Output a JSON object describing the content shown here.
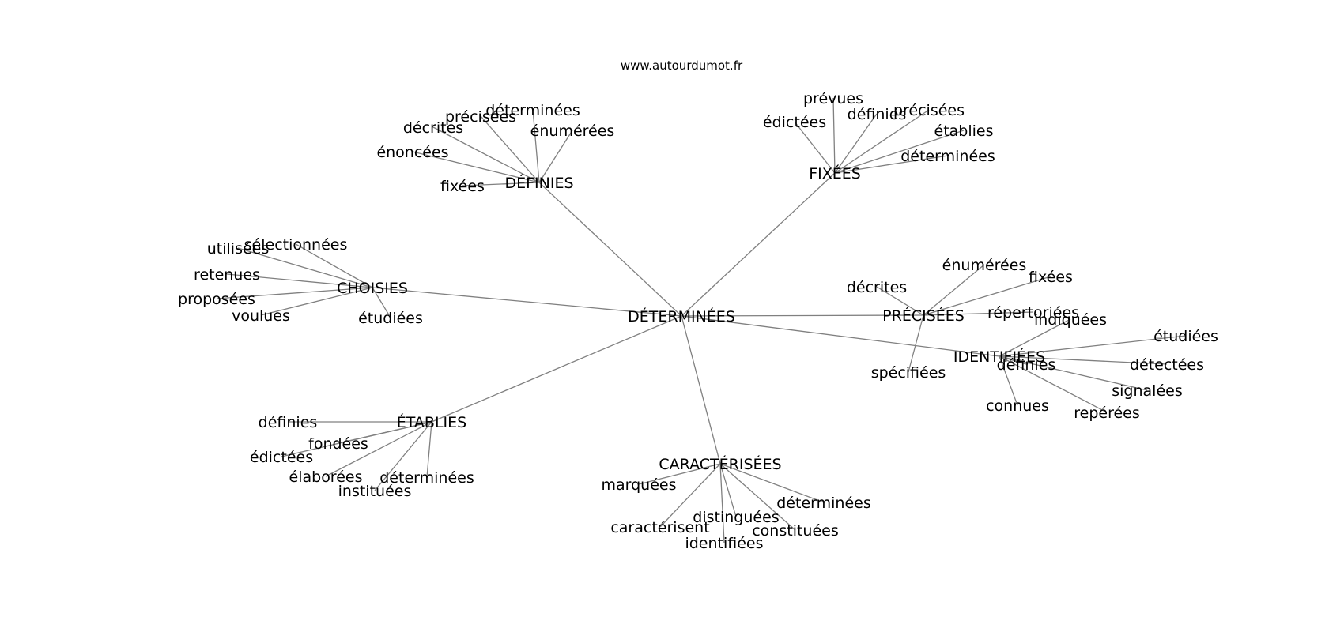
{
  "title": "www.autourdumot.fr",
  "center": "DÉTERMINÉES",
  "clusters": [
    {
      "id": "definies",
      "label": "DÉFINIES",
      "leaves": [
        "déterminées",
        "précisées",
        "décrites",
        "énumérées",
        "énoncées",
        "fixées"
      ]
    },
    {
      "id": "fixees",
      "label": "FIXÉES",
      "leaves": [
        "prévues",
        "édictées",
        "définies",
        "précisées",
        "établies",
        "déterminées"
      ]
    },
    {
      "id": "choisies",
      "label": "CHOISIES",
      "leaves": [
        "sélectionnées",
        "utilisées",
        "retenues",
        "proposées",
        "voulues",
        "étudiées"
      ]
    },
    {
      "id": "precisees",
      "label": "PRÉCISÉES",
      "leaves": [
        "énumérées",
        "fixées",
        "décrites",
        "répertoriées",
        "spécifiées"
      ]
    },
    {
      "id": "identifiees",
      "label": "IDENTIFIÉES",
      "leaves": [
        "indiquées",
        "étudiées",
        "définies",
        "détectées",
        "signalées",
        "connues",
        "repérées"
      ]
    },
    {
      "id": "etablies",
      "label": "ÉTABLIES",
      "leaves": [
        "définies",
        "fondées",
        "édictées",
        "élaborées",
        "déterminées",
        "instituées"
      ]
    },
    {
      "id": "caracterisees",
      "label": "CARACTÉRISÉES",
      "leaves": [
        "marquées",
        "déterminées",
        "distinguées",
        "caractérisent",
        "constituées",
        "identifiées"
      ]
    }
  ]
}
